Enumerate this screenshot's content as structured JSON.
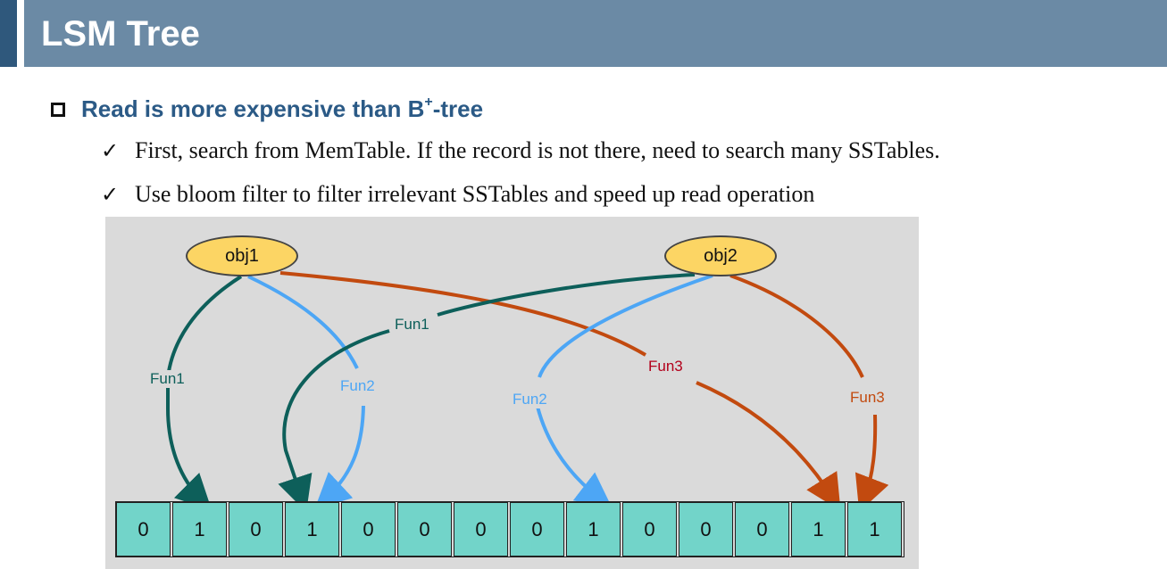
{
  "header": {
    "title": "LSM Tree"
  },
  "main_bullet": {
    "text": "Read is more expensive than B",
    "sup": "+",
    "suffix": "-tree"
  },
  "sub_bullets": [
    {
      "check": "✓",
      "text": "First, search from MemTable. If the record is not there, need to search many SSTables."
    },
    {
      "check": "✓",
      "text": "Use bloom filter to filter irrelevant SSTables and speed up read operation"
    }
  ],
  "diagram": {
    "objects": [
      "obj1",
      "obj2"
    ],
    "bits": [
      "0",
      "1",
      "0",
      "1",
      "0",
      "0",
      "0",
      "0",
      "1",
      "0",
      "0",
      "0",
      "1",
      "1"
    ],
    "labels": {
      "obj1_fun1": "Fun1",
      "obj1_fun2": "Fun2",
      "obj2_fun1": "Fun1",
      "obj2_fun2": "Fun2",
      "obj1_fun3": "Fun3",
      "obj2_fun3": "Fun3"
    },
    "colors": {
      "fun1": "#0d5f5a",
      "fun2": "#4da6f5",
      "fun3": "#c24a0f",
      "fun3_label_obj1": "#b3001b",
      "cell": "#72d4c9",
      "node": "#fcd564"
    }
  }
}
